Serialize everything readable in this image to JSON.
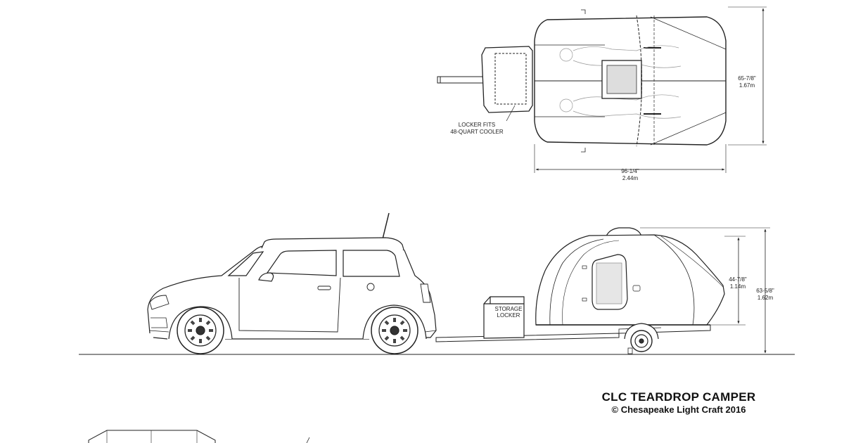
{
  "top_view": {
    "locker_note_line1": "LOCKER FITS",
    "locker_note_line2": "48-QUART COOLER",
    "width_imperial": "65-7/8\"",
    "width_metric": "1.67m",
    "length_imperial": "96-1/4\"",
    "length_metric": "2.44m"
  },
  "side_view": {
    "locker_label_line1": "STORAGE",
    "locker_label_line2": "LOCKER",
    "body_height_imperial": "44-7/8\"",
    "body_height_metric": "1.14m",
    "total_height_imperial": "63-5/8\"",
    "total_height_metric": "1.62m"
  },
  "title_block": {
    "title": "CLC TEARDROP CAMPER",
    "copyright": "© Chesapeake Light Craft 2016"
  }
}
